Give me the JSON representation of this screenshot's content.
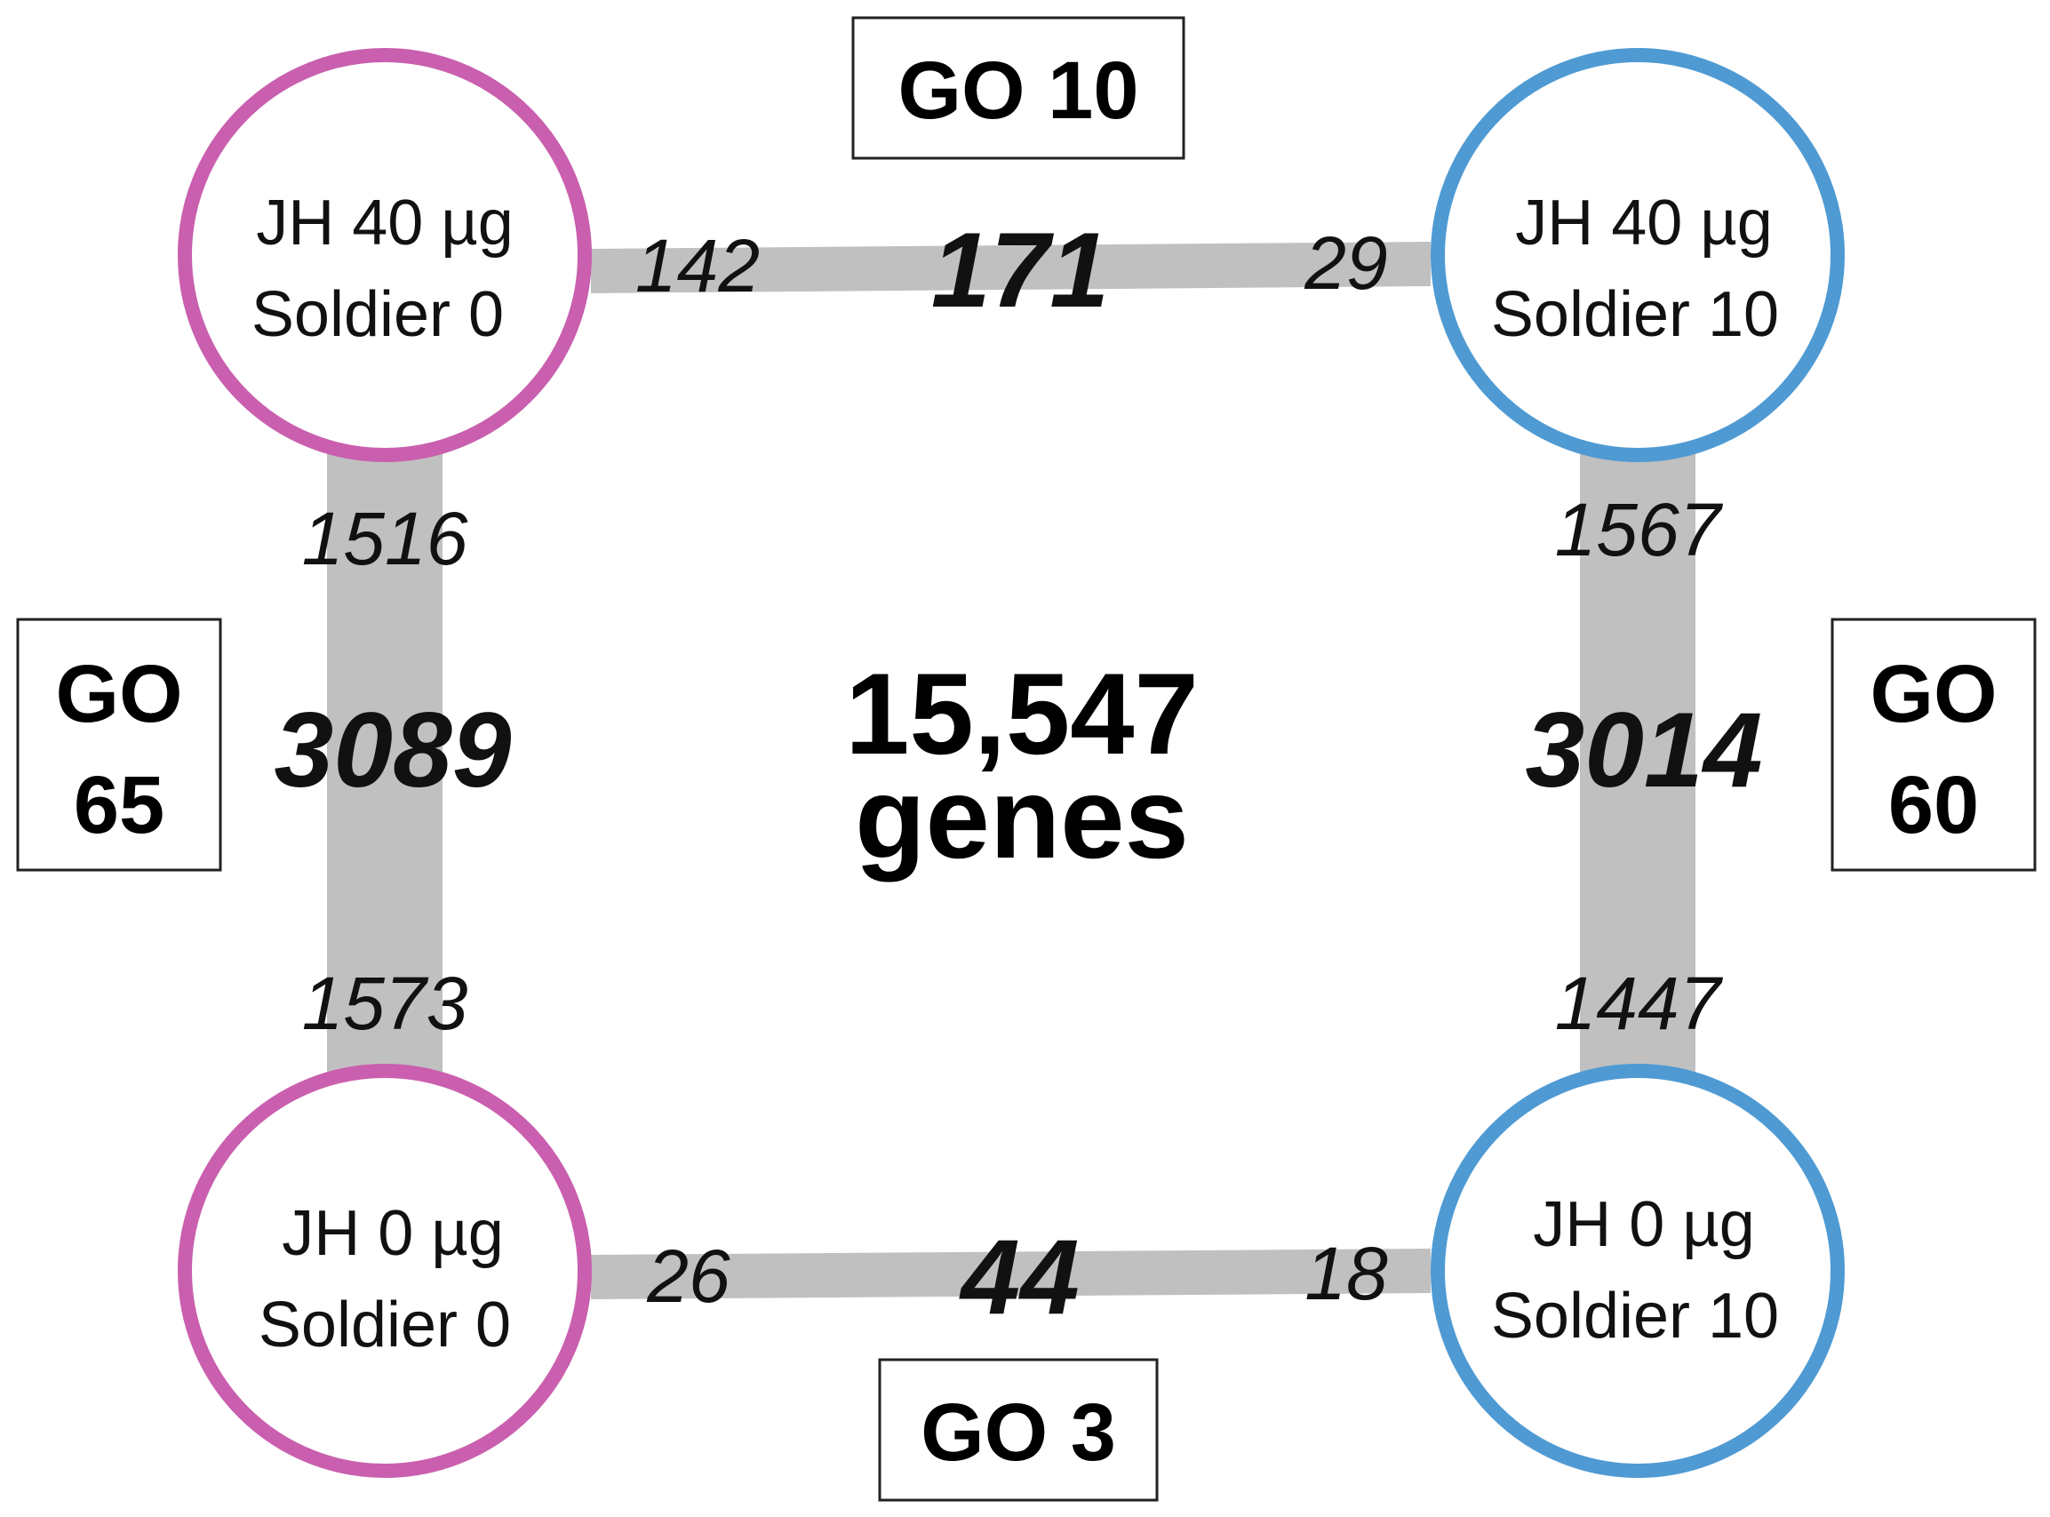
{
  "colors": {
    "jh40": "#c95fae",
    "jh10": "#4f9ad3",
    "edge": "#c0c0c0"
  },
  "center": {
    "line1": "15,547",
    "line2": "genes"
  },
  "nodes": {
    "top_left": {
      "line1": "JH 40 µg",
      "line2": "Soldier 0"
    },
    "top_right": {
      "line1": "JH 40 µg",
      "line2": "Soldier 10"
    },
    "bottom_left": {
      "line1": "JH 0 µg",
      "line2": "Soldier 0"
    },
    "bottom_right": {
      "line1": "JH 0 µg",
      "line2": "Soldier 10"
    }
  },
  "edges": {
    "top": {
      "total": "171",
      "left": "142",
      "right": "29"
    },
    "bottom": {
      "total": "44",
      "left": "26",
      "right": "18"
    },
    "left": {
      "total": "3089",
      "top": "1516",
      "bottom": "1573"
    },
    "right": {
      "total": "3014",
      "top": "1567",
      "bottom": "1447"
    }
  },
  "go_boxes": {
    "top": {
      "text": "GO 10"
    },
    "bottom": {
      "text": "GO 3"
    },
    "left": {
      "line1": "GO",
      "line2": "65"
    },
    "right": {
      "line1": "GO",
      "line2": "60"
    }
  }
}
